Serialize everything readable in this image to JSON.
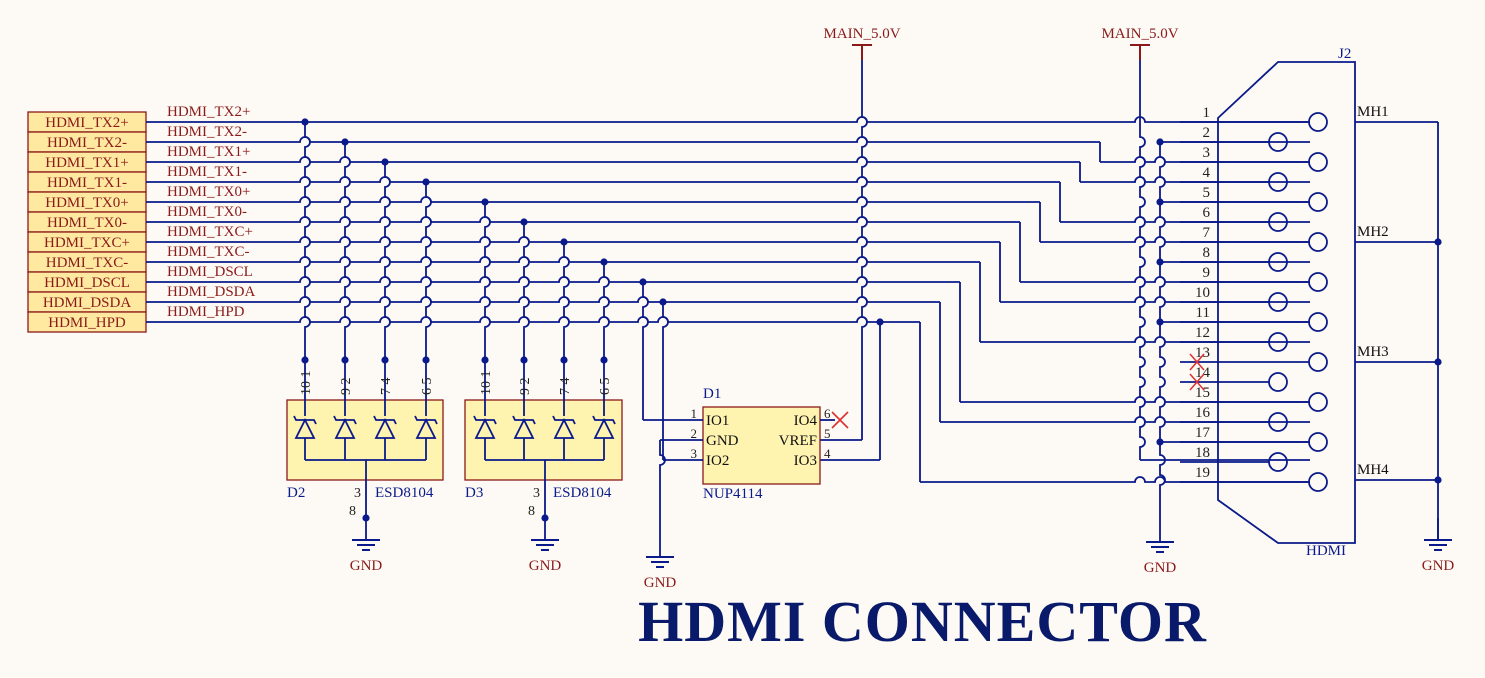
{
  "title": "HDMI CONNECTOR",
  "colors": {
    "wire": "#0a1a8a",
    "net_label": "#8a1a1a",
    "port_fill": "#ffe9a0",
    "port_border": "#8a1a1a",
    "component_fill": "#fff3b0",
    "component_border": "#8a1a1a",
    "dot": "#0a1a8a",
    "no_connect": "#e03030",
    "background": "#fdfaf5"
  },
  "ports": [
    "HDMI_TX2+",
    "HDMI_TX2-",
    "HDMI_TX1+",
    "HDMI_TX1-",
    "HDMI_TX0+",
    "HDMI_TX0-",
    "HDMI_TXC+",
    "HDMI_TXC-",
    "HDMI_DSCL",
    "HDMI_DSDA",
    "HDMI_HPD"
  ],
  "net_labels": [
    "HDMI_TX2+",
    "HDMI_TX2-",
    "HDMI_TX1+",
    "HDMI_TX1-",
    "HDMI_TX0+",
    "HDMI_TX0-",
    "HDMI_TXC+",
    "HDMI_TXC-",
    "HDMI_DSCL",
    "HDMI_DSDA",
    "HDMI_HPD"
  ],
  "power": {
    "label": "MAIN_5.0V"
  },
  "gnd_label": "GND",
  "d2": {
    "ref": "D2",
    "part": "ESD8104",
    "pins_top": [
      "10 1",
      "9 2",
      "7 4",
      "6 5"
    ],
    "pin_gnd_a": "3",
    "pin_gnd_b": "8"
  },
  "d3": {
    "ref": "D3",
    "part": "ESD8104",
    "pins_top": [
      "10 1",
      "9 2",
      "7 4",
      "6 5"
    ],
    "pin_gnd_a": "3",
    "pin_gnd_b": "8"
  },
  "d1": {
    "ref": "D1",
    "part": "NUP4114",
    "left_pins": [
      {
        "num": "1",
        "name": "IO1"
      },
      {
        "num": "2",
        "name": "GND"
      },
      {
        "num": "3",
        "name": "IO2"
      }
    ],
    "right_pins": [
      {
        "num": "6",
        "name": "IO4"
      },
      {
        "num": "5",
        "name": "VREF"
      },
      {
        "num": "4",
        "name": "IO3"
      }
    ]
  },
  "j2": {
    "ref": "J2",
    "part": "HDMI",
    "pins": [
      "1",
      "2",
      "3",
      "4",
      "5",
      "6",
      "7",
      "8",
      "9",
      "10",
      "11",
      "12",
      "13",
      "14",
      "15",
      "16",
      "17",
      "18",
      "19"
    ],
    "mounting": [
      "MH1",
      "MH2",
      "MH3",
      "MH4"
    ]
  }
}
